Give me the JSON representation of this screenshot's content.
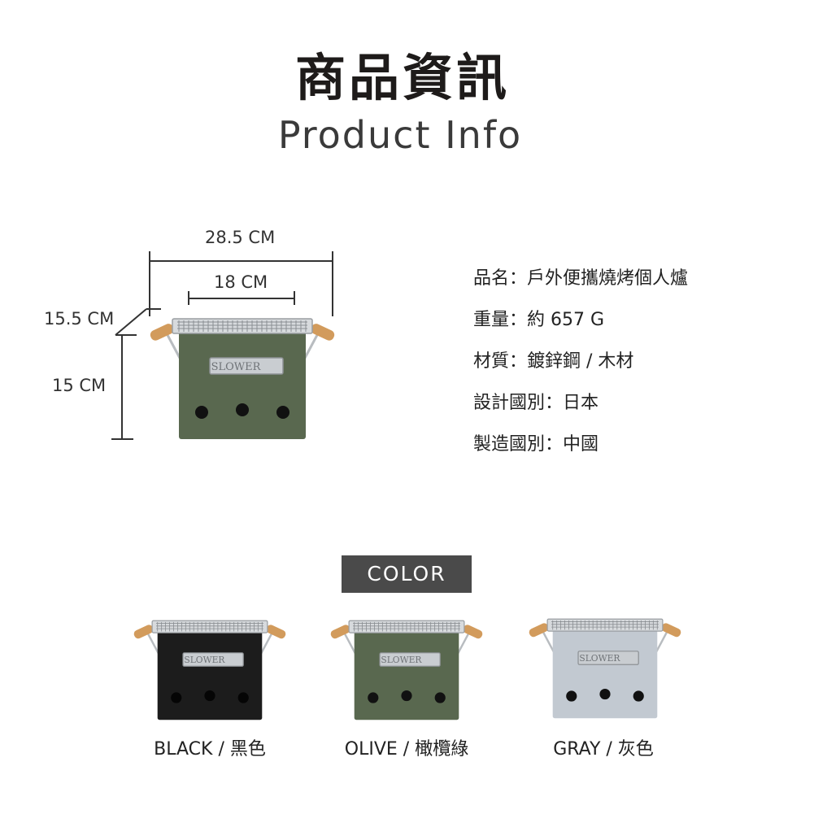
{
  "header": {
    "title_zh": "商品資訊",
    "title_en": "Product Info"
  },
  "dimensions": {
    "outer_width": "28.5 CM",
    "inner_width": "18 CM",
    "height_with_grill": "15.5 CM",
    "body_height": "15 CM"
  },
  "specs": [
    {
      "text": "品名：戶外便攜燒烤個人爐"
    },
    {
      "text": "重量：約 657 G"
    },
    {
      "text": "材質：鍍鋅鋼 / 木材"
    },
    {
      "text": "設計國別：日本"
    },
    {
      "text": "製造國別：中國"
    }
  ],
  "color_section": {
    "tag": "COLOR",
    "variants": [
      {
        "label": "BLACK / 黑色",
        "color": "#1c1c1c"
      },
      {
        "label": "OLIVE / 橄欖綠",
        "color": "#59684f"
      },
      {
        "label": "GRAY / 灰色",
        "color": "#c2c9d1"
      }
    ]
  },
  "product": {
    "plate_text": "SLOWER",
    "main_color": "#59684f"
  },
  "colors": {
    "wood": "#d29b5c",
    "metal": "#b8bcc0",
    "tag_bg": "#4a4a4a"
  }
}
